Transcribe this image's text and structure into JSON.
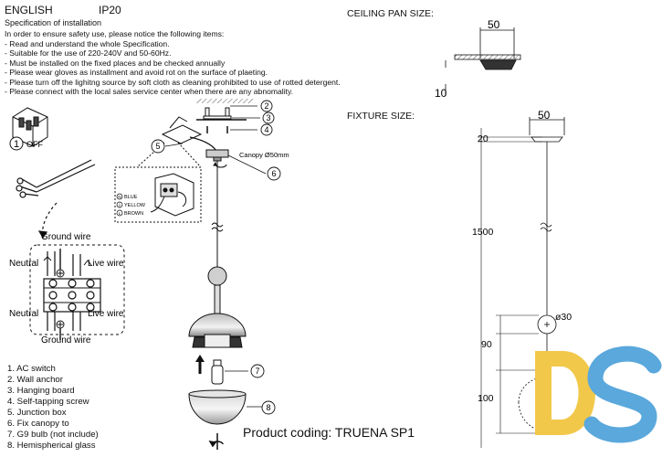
{
  "header": {
    "language": "ENGLISH",
    "ip_rating": "IP20"
  },
  "spec": {
    "title": "Specification of installation",
    "intro": "In order to ensure safety use, please notice the following items:",
    "items": [
      "- Read and understand the whole Specification.",
      "- Suitable for the use of 220-240V and 50-60Hz.",
      "- Must be installed on the fixed places and be checked annually",
      "- Please wear gloves as installment and avoid rot on the surface of plaeting.",
      "- Please turn off the lighitng source by soft cloth as cleaning prohibited to use of rotted detergent.",
      "- Please connect with the local sales service center when there are any abnomality."
    ]
  },
  "switch_step": {
    "number": "1",
    "label": "OFF"
  },
  "wiring": {
    "ground_top": "Ground wire",
    "neutral_top": "Neutral",
    "live_top": "Live wire",
    "neutral_bottom": "Neutral",
    "live_bottom": "Live wire",
    "ground_bottom": "Ground wire"
  },
  "junction_legend": {
    "blue_letter": "N",
    "blue": "BLUE",
    "yellow_letter": "⏚",
    "yellow": "YELLOW",
    "brown_letter": "L",
    "brown": "BROWN"
  },
  "parts_legend": [
    "1. AC switch",
    "2. Wall anchor",
    "3. Hanging board",
    "4. Self-tapping screw",
    "5. Junction box",
    "6. Fix canopy to",
    "7. G9 bulb (not include)",
    "8. Hemispherical glass"
  ],
  "callouts": {
    "n2": "2",
    "n3": "3",
    "n4": "4",
    "n5": "5",
    "n6": "6",
    "n7": "7",
    "n8": "8"
  },
  "canopy_label": "Canopy Ø50mm",
  "ceiling_pan": {
    "title": "CEILING PAN  SIZE:",
    "width": "50",
    "height": "10"
  },
  "fixture": {
    "title": "FIXTURE SIZE:",
    "width": "50",
    "canopy_h": "20",
    "cable": "1500",
    "ball": "ø30",
    "stem": "90",
    "shade": "100"
  },
  "product_coding": "Product coding: TRUENA SP1",
  "colors": {
    "line": "#111111",
    "logo_yellow": "#f2c84b",
    "logo_blue": "#5aa8dc"
  }
}
